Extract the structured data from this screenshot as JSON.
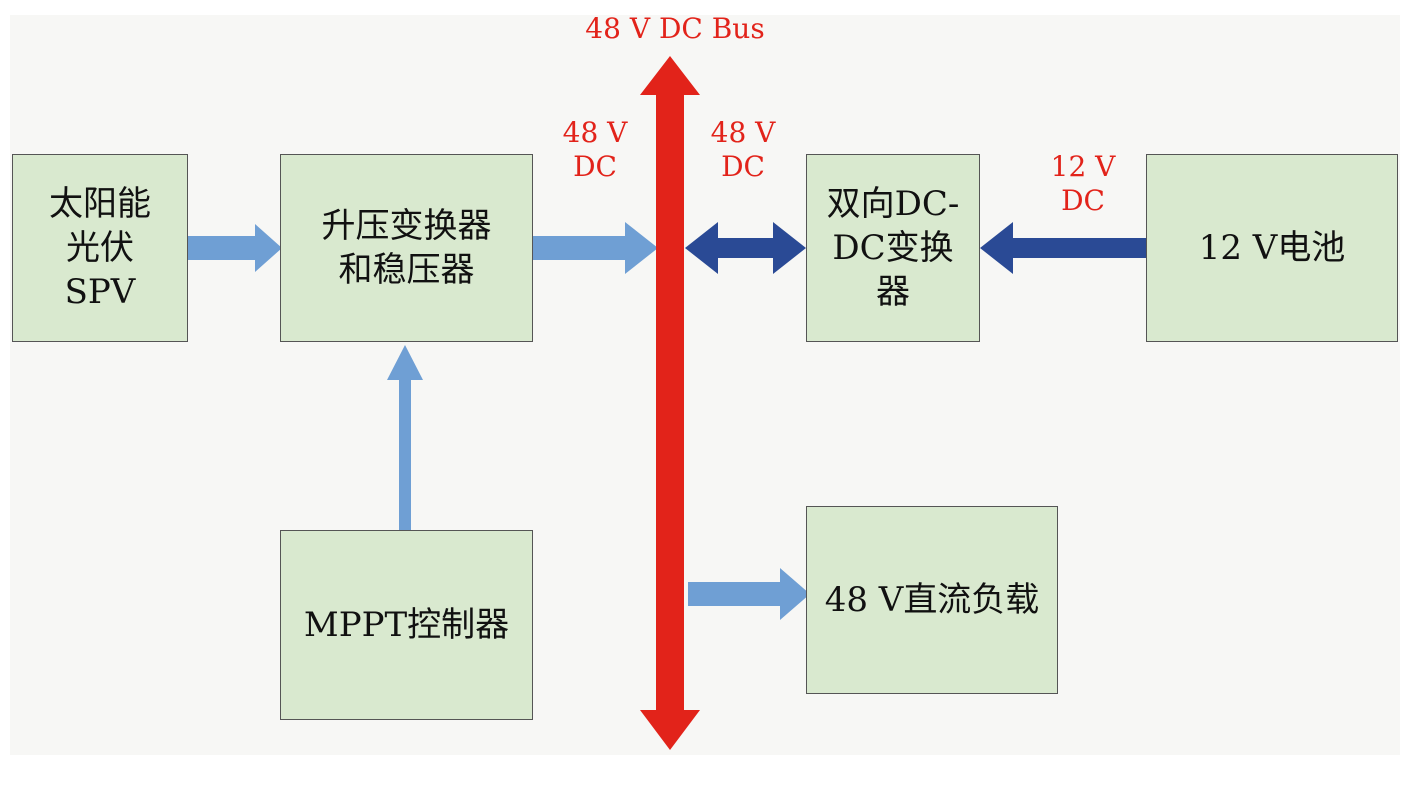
{
  "colors": {
    "bus": "#e2231a",
    "arrow_light": "#6f9fd4",
    "arrow_dark": "#2a4a95",
    "block_fill": "#d9e9cf",
    "label": "#e2231a"
  },
  "bus": {
    "label": "48 V DC Bus"
  },
  "blocks": {
    "pv": {
      "lines": [
        "太阳能",
        "光伏",
        "SPV"
      ]
    },
    "boost": {
      "lines": [
        "升压变换器",
        "和稳压器"
      ]
    },
    "mppt": {
      "lines": [
        "MPPT控制器"
      ]
    },
    "bidir": {
      "lines": [
        "双向DC-",
        "DC变换",
        "器"
      ]
    },
    "battery": {
      "lines": [
        "12 V电池"
      ]
    },
    "load": {
      "lines": [
        "48 V直流负载"
      ]
    }
  },
  "labels": {
    "boost_out": [
      "48 V",
      "DC"
    ],
    "bidir_in": [
      "48 V",
      "DC"
    ],
    "battery_link": [
      "12 V",
      "DC"
    ]
  }
}
